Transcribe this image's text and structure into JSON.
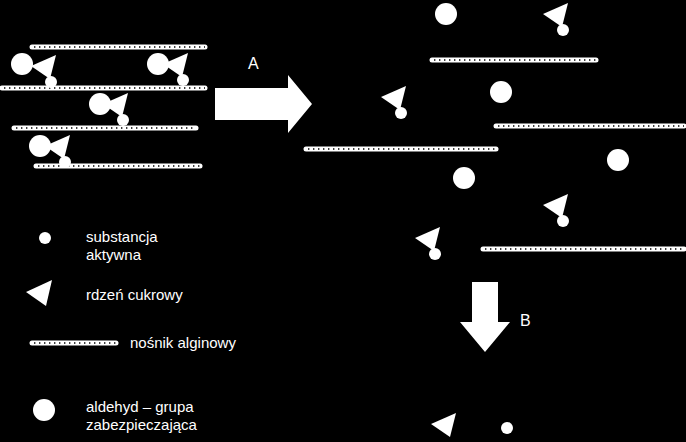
{
  "diagram": {
    "labels": [
      "A",
      "B"
    ],
    "legend": [
      {
        "text": "substancja aktywna"
      },
      {
        "text": "rdzeń cukrowy"
      },
      {
        "text": "nośnik alginowy"
      },
      {
        "text": "aldehyd – grupa zabezpieczająca"
      }
    ]
  }
}
